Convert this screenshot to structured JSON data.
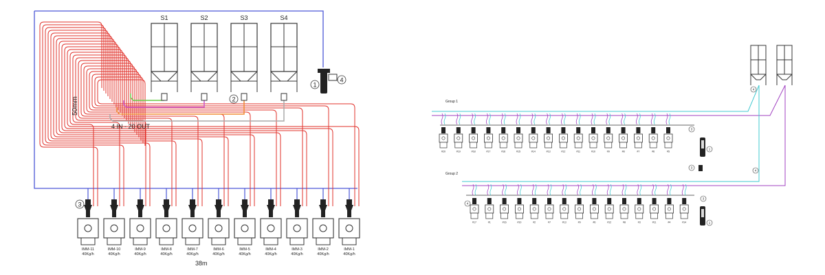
{
  "left_diagram": {
    "silos": [
      "S1",
      "S2",
      "S3",
      "S4"
    ],
    "label_hose_size": "50mm",
    "label_in_out": "4 IN - 20 OUT",
    "label_length": "38m",
    "callouts": [
      "1",
      "2",
      "3",
      "4"
    ],
    "machines": [
      {
        "name": "IMM-11",
        "rate": "40Kg/h"
      },
      {
        "name": "IMM-10",
        "rate": "40Kg/h"
      },
      {
        "name": "IMM-9",
        "rate": "40Kg/h"
      },
      {
        "name": "IMM-8",
        "rate": "40Kg/h"
      },
      {
        "name": "IMM-7",
        "rate": "40Kg/h"
      },
      {
        "name": "IMM-6",
        "rate": "40Kg/h"
      },
      {
        "name": "IMM-5",
        "rate": "40Kg/h"
      },
      {
        "name": "IMM-4",
        "rate": "40Kg/h"
      },
      {
        "name": "IMM-3",
        "rate": "40Kg/h"
      },
      {
        "name": "IMM-2",
        "rate": "40Kg/h"
      },
      {
        "name": "IMM-1",
        "rate": "40Kg/h"
      }
    ],
    "colors": {
      "vacuum_line": "#4a56d6",
      "material_line": "#e0302a",
      "silo_line_1": "#66cc44",
      "silo_line_2": "#cc55cc",
      "silo_line_3": "#f08a30",
      "silo_line_4": "#aaaaaa",
      "outline": "#333333"
    }
  },
  "right_diagram": {
    "group1_label": "Group 1",
    "group2_label": "Group 2",
    "group1_machine_labels": [
      "#20",
      "#19",
      "#18",
      "#17",
      "#16",
      "#15",
      "#14",
      "#13",
      "#12",
      "#11",
      "#10",
      "#9",
      "#8",
      "#7",
      "#6",
      "#5"
    ],
    "group2_machine_labels": [
      "#17",
      "#1",
      "#16",
      "#10",
      "#2",
      "#7",
      "#13",
      "#9",
      "#6",
      "#12",
      "#8",
      "#3",
      "#11",
      "#4",
      "#14"
    ],
    "callouts": [
      "4",
      "3",
      "1",
      "3",
      "4",
      "4",
      "3",
      "1"
    ],
    "colors": {
      "cyan_line": "#40c8d0",
      "purple_line": "#a040c0",
      "outline": "#333333"
    }
  }
}
